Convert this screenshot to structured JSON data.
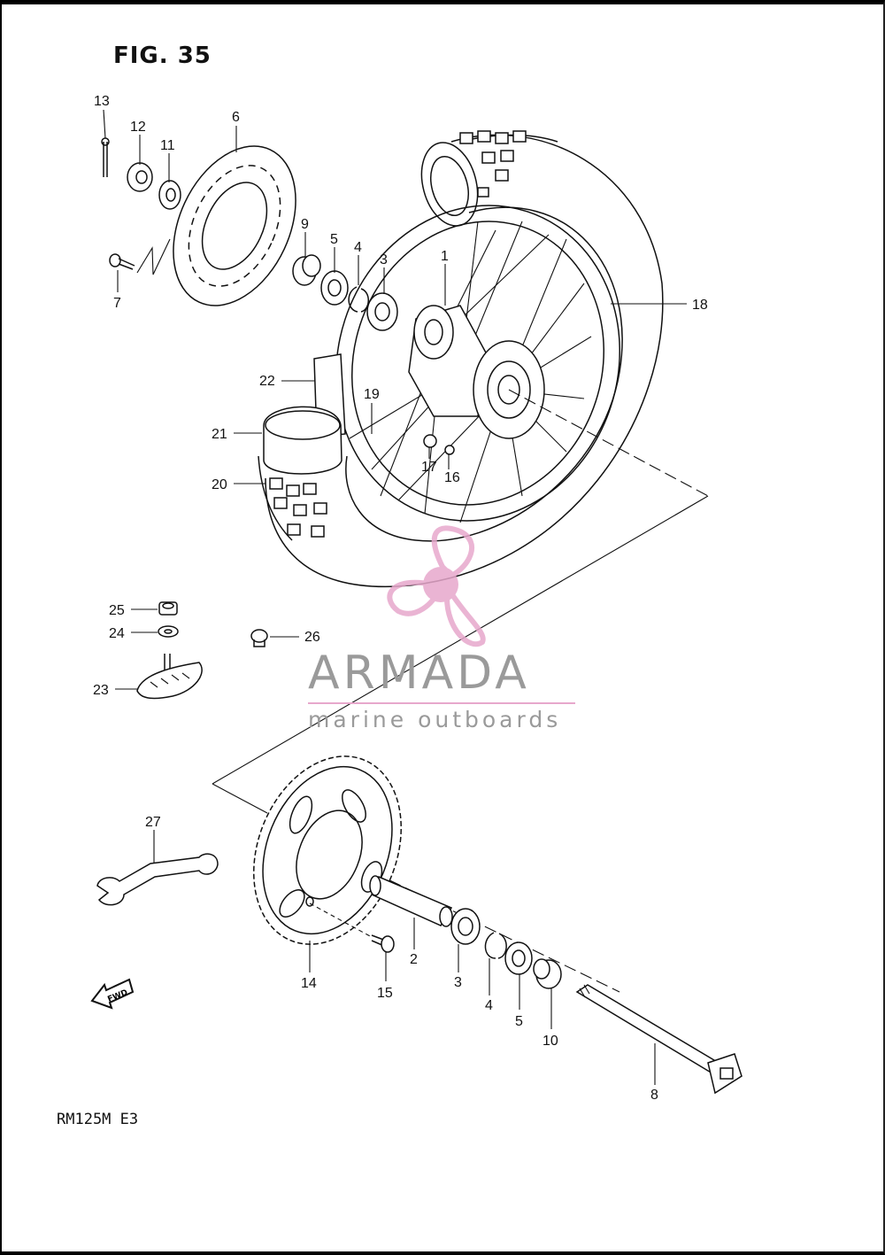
{
  "figure": {
    "title": "FIG. 35",
    "model": "RM125M  E3"
  },
  "watermark": {
    "brand": "ARMADA",
    "tagline": "marine outboards",
    "accent_color": "#e7a8cc",
    "text_color": "#9a9a9a"
  },
  "fwd_marker": "FWD",
  "callouts": [
    "13",
    "12",
    "11",
    "6",
    "9",
    "5",
    "4",
    "3",
    "1",
    "18",
    "7",
    "22",
    "19",
    "21",
    "17",
    "16",
    "20",
    "25",
    "24",
    "26",
    "23",
    "27",
    "2",
    "3",
    "4",
    "5",
    "10",
    "14",
    "15",
    "8"
  ]
}
